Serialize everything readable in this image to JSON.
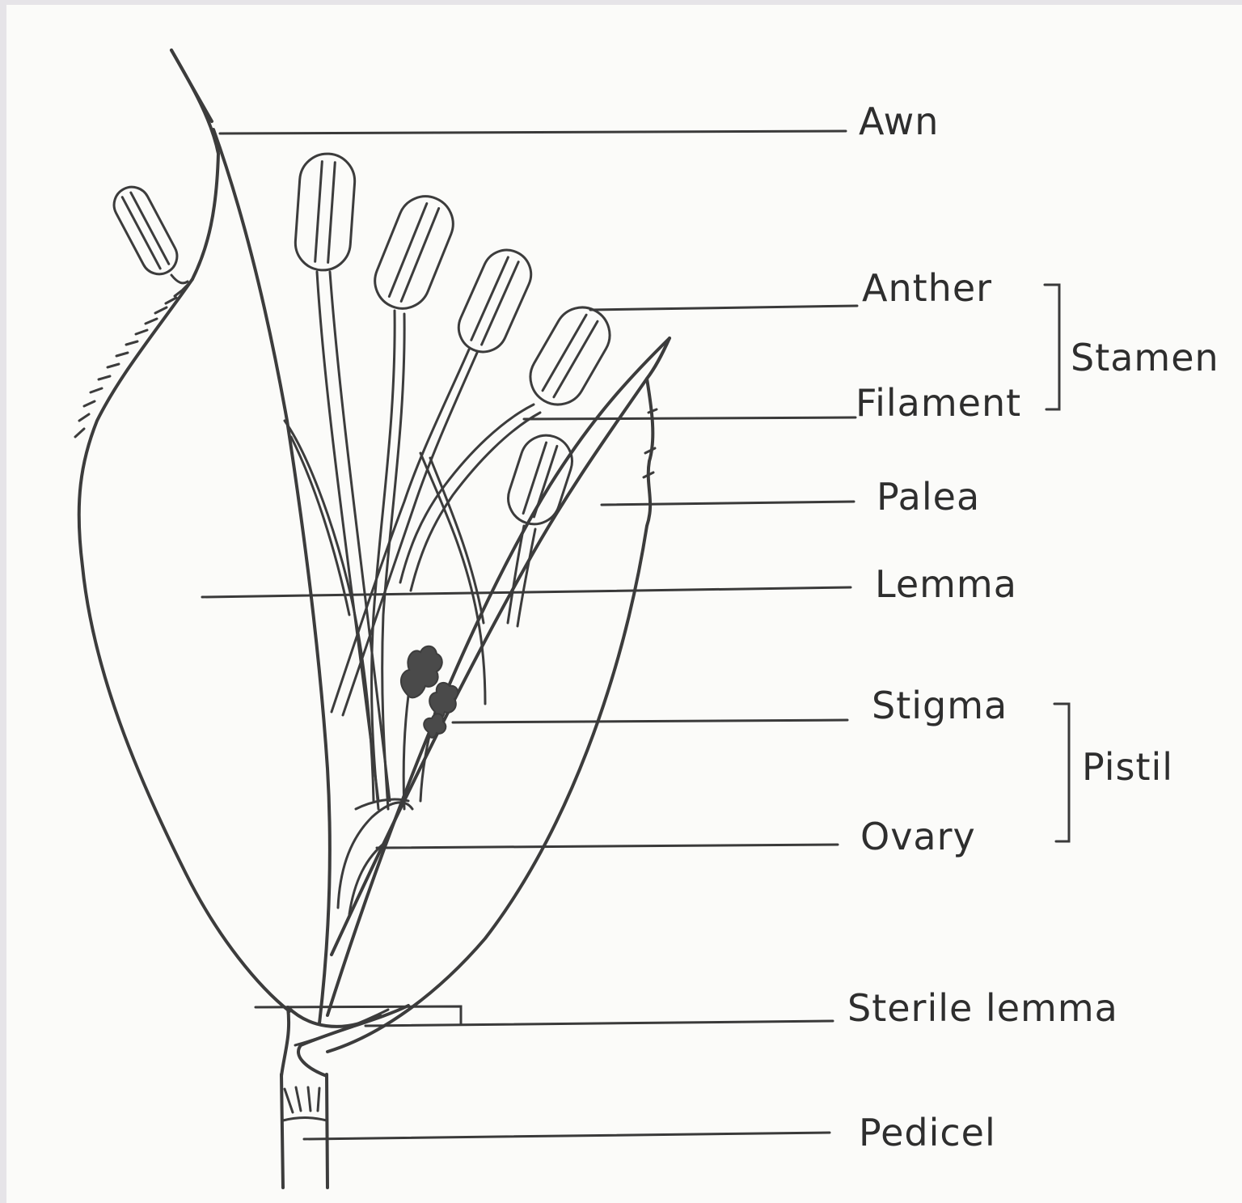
{
  "diagram": {
    "labels": {
      "awn": "Awn",
      "anther": "Anther",
      "filament": "Filament",
      "stamen": "Stamen",
      "palea": "Palea",
      "lemma": "Lemma",
      "stigma": "Stigma",
      "ovary": "Ovary",
      "pistil": "Pistil",
      "sterile_lemma": "Sterile lemma",
      "pedicel": "Pedicel"
    },
    "colors": {
      "ink": "#3c3c3c",
      "paper": "#fbfbf9",
      "frame": "#e6e4e8"
    }
  }
}
